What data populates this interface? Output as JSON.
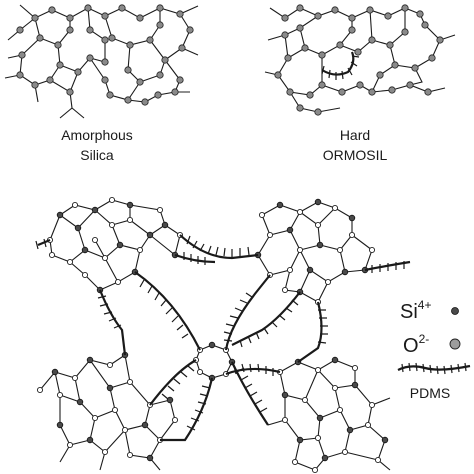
{
  "labels": {
    "amorphous_line1": "Amorphous",
    "amorphous_line2": "Silica",
    "hard_line1": "Hard",
    "hard_line2": "ORMOSIL"
  },
  "legend": {
    "si_base": "Si",
    "si_charge": "4+",
    "o_base": "O",
    "o_charge": "2-",
    "pdms_label": "PDMS"
  },
  "colors": {
    "si_atom": "#4a4a4a",
    "o_atom": "#9c9c9c",
    "bond": "#1c1c1c",
    "background": "#ffffff"
  }
}
